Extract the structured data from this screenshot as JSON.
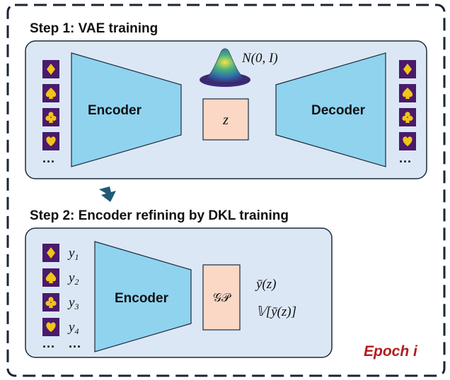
{
  "step1": {
    "title": "Step 1: VAE training"
  },
  "step2": {
    "title": "Step 2: Encoder refining by DKL training"
  },
  "vae": {
    "encoder_label": "Encoder",
    "decoder_label": "Decoder",
    "latent_label": "z",
    "prior_label": "N(0, I)",
    "input_ellipsis": "···",
    "output_ellipsis": "···"
  },
  "dkl": {
    "encoder_label": "Encoder",
    "gp_label": "𝒢𝒫",
    "targets": [
      "y",
      "y",
      "y",
      "y"
    ],
    "target_subscripts": [
      "1",
      "2",
      "3",
      "4"
    ],
    "input_ellipsis": "···",
    "target_ellipsis": "···",
    "mean_output": "ȳ(z)",
    "variance_output": "𝕍[ȳ(z)]"
  },
  "epoch_label": "Epoch i",
  "card_suits": [
    "diamond",
    "spade",
    "club",
    "heart"
  ],
  "colors": {
    "panel_fill": "#dbe7f5",
    "panel_stroke": "#1f2a3a",
    "trapezoid_fill": "#8fd3ef",
    "latent_fill": "#fbd8c6",
    "card_bg": "#4a1a6b",
    "suit": "#f2c318",
    "arrow": "#1f5a78",
    "epoch": "#b31b1b"
  }
}
